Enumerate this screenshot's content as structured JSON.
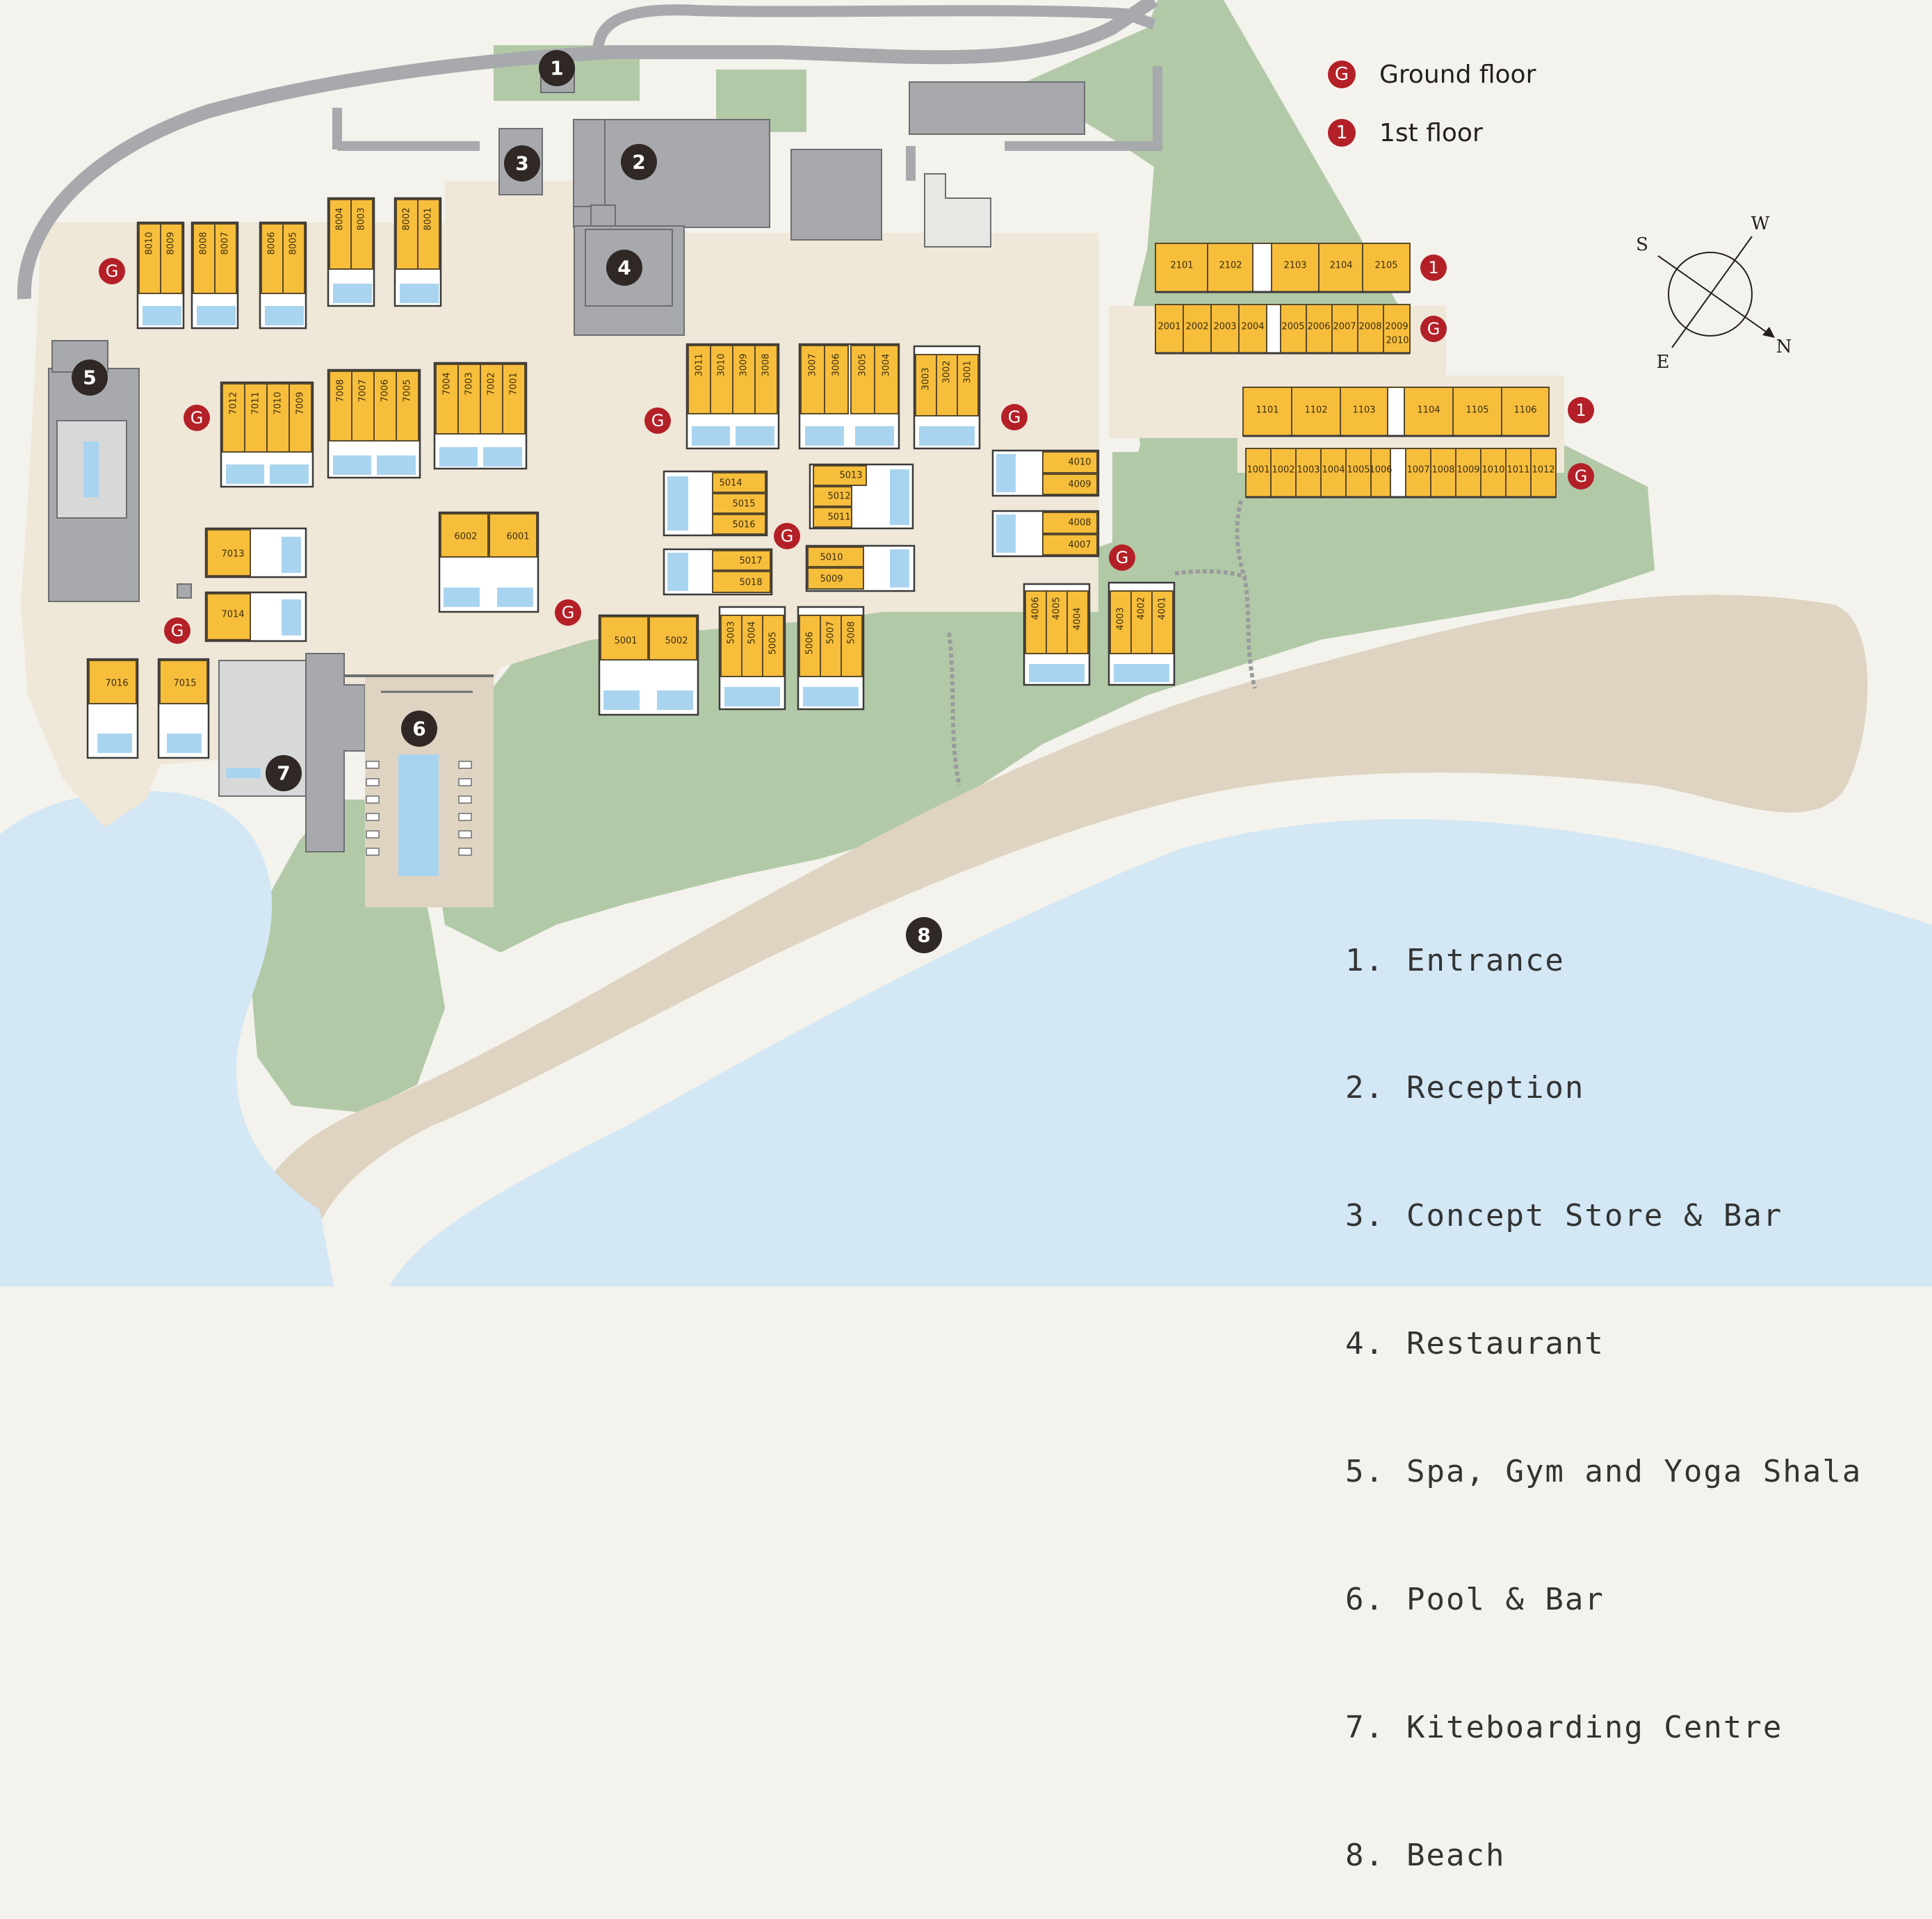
{
  "colors": {
    "background": "#f3f2ec",
    "grass": "#b2c9a8",
    "sand": "#dfd4c1",
    "plaza": "#efe7d8",
    "sea": "#d3e7f4",
    "road": "#a7a9ac",
    "building": "#a7a9ac",
    "room": "#f7be3c",
    "pool": "#a9d4ef",
    "floor_marker": "#b42027",
    "place_marker": "#2f2825"
  },
  "legend": {
    "ground_floor": {
      "badge": "G",
      "label": "Ground floor"
    },
    "first_floor": {
      "badge": "1",
      "label": "1st floor"
    }
  },
  "compass": {
    "s": "S",
    "w": "W",
    "e": "E",
    "n": "N"
  },
  "places": [
    {
      "number": "1.",
      "name": "Entrance",
      "marker": "1"
    },
    {
      "number": "2.",
      "name": "Reception",
      "marker": "2"
    },
    {
      "number": "3.",
      "name": "Concept Store & Bar",
      "marker": "3"
    },
    {
      "number": "4.",
      "name": "Restaurant",
      "marker": "4"
    },
    {
      "number": "5.",
      "name": "Spa, Gym and Yoga Shala",
      "marker": "5"
    },
    {
      "number": "6.",
      "name": "Pool & Bar",
      "marker": "6"
    },
    {
      "number": "7.",
      "name": "Kiteboarding Centre",
      "marker": "7"
    },
    {
      "number": "8.",
      "name": "Beach",
      "marker": "8"
    }
  ],
  "floor_markers": [
    {
      "label": "G"
    },
    {
      "label": "G"
    },
    {
      "label": "G"
    },
    {
      "label": "G"
    },
    {
      "label": "G"
    },
    {
      "label": "G"
    },
    {
      "label": "G"
    },
    {
      "label": "G"
    },
    {
      "label": "G"
    },
    {
      "label": "G"
    },
    {
      "label": "1"
    },
    {
      "label": "1"
    }
  ],
  "rooms": {
    "r8010": "8010",
    "r8009": "8009",
    "r8008": "8008",
    "r8007": "8007",
    "r8006": "8006",
    "r8005": "8005",
    "r8004": "8004",
    "r8003": "8003",
    "r8002": "8002",
    "r8001": "8001",
    "r7012": "7012",
    "r7011": "7011",
    "r7010": "7010",
    "r7009": "7009",
    "r7008": "7008",
    "r7007": "7007",
    "r7006": "7006",
    "r7005": "7005",
    "r7004": "7004",
    "r7003": "7003",
    "r7002": "7002",
    "r7001": "7001",
    "r7013": "7013",
    "r7014": "7014",
    "r7016": "7016",
    "r7015": "7015",
    "r6002": "6002",
    "r6001": "6001",
    "r3011": "3011",
    "r3010": "3010",
    "r3009": "3009",
    "r3008": "3008",
    "r3007": "3007",
    "r3006": "3006",
    "r3005": "3005",
    "r3004": "3004",
    "r3003": "3003",
    "r3002": "3002",
    "r3001": "3001",
    "r5014": "5014",
    "r5015": "5015",
    "r5016": "5016",
    "r5013": "5013",
    "r5012": "5012",
    "r5011": "5011",
    "r5017": "5017",
    "r5018": "5018",
    "r5010": "5010",
    "r5009": "5009",
    "r5001": "5001",
    "r5002": "5002",
    "r5003": "5003",
    "r5004": "5004",
    "r5005": "5005",
    "r5006": "5006",
    "r5007": "5007",
    "r5008": "5008",
    "r4010": "4010",
    "r4009": "4009",
    "r4008": "4008",
    "r4007": "4007",
    "r4006": "4006",
    "r4005": "4005",
    "r4004": "4004",
    "r4003": "4003",
    "r4002": "4002",
    "r4001": "4001",
    "r2101": "2101",
    "r2102": "2102",
    "r2103": "2103",
    "r2104": "2104",
    "r2105": "2105",
    "r2001": "2001",
    "r2002": "2002",
    "r2003": "2003",
    "r2004": "2004",
    "r2005": "2005",
    "r2006": "2006",
    "r2007": "2007",
    "r2008": "2008",
    "r2009": "2009",
    "r2010": "2010",
    "r1101": "1101",
    "r1102": "1102",
    "r1103": "1103",
    "r1104": "1104",
    "r1105": "1105",
    "r1106": "1106",
    "r1001": "1001",
    "r1002": "1002",
    "r1003": "1003",
    "r1004": "1004",
    "r1005": "1005",
    "r1006": "1006",
    "r1007": "1007",
    "r1008": "1008",
    "r1009": "1009",
    "r1010": "1010",
    "r1011": "1011",
    "r1012": "1012"
  }
}
